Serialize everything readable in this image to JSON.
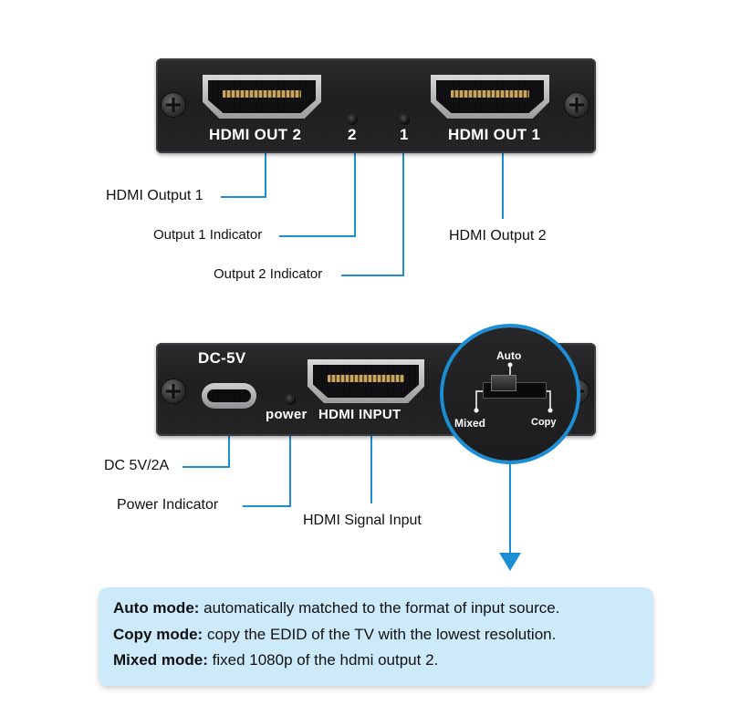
{
  "top_panel": {
    "out2_label": "HDMI OUT 2",
    "out1_label": "HDMI OUT 1",
    "indicator2_num": "2",
    "indicator1_num": "1"
  },
  "top_callouts": {
    "hdmi_output_1": "HDMI Output 1",
    "output_1_indicator": "Output 1 Indicator",
    "output_2_indicator": "Output 2 Indicator",
    "hdmi_output_2": "HDMI Output 2"
  },
  "bottom_panel": {
    "dc_label": "DC-5V",
    "power_label": "power",
    "hdmi_input_label": "HDMI INPUT",
    "switch": {
      "auto": "Auto",
      "mixed": "Mixed",
      "copy": "Copy"
    }
  },
  "bottom_callouts": {
    "dc": "DC 5V/2A",
    "power_indicator": "Power Indicator",
    "hdmi_signal_input": "HDMI Signal Input"
  },
  "info_box": {
    "lines": [
      {
        "mode": "Auto mode:",
        "text": " automatically matched to the format of input source."
      },
      {
        "mode": "Copy mode:",
        "text": " copy the EDID of the TV with the lowest resolution."
      },
      {
        "mode": "Mixed mode:",
        "text": " fixed 1080p of the hdmi output 2."
      }
    ]
  },
  "colors": {
    "leader_line": "#1b8ed4",
    "info_background": "#cdeafa",
    "panel": "#1f1f21"
  }
}
